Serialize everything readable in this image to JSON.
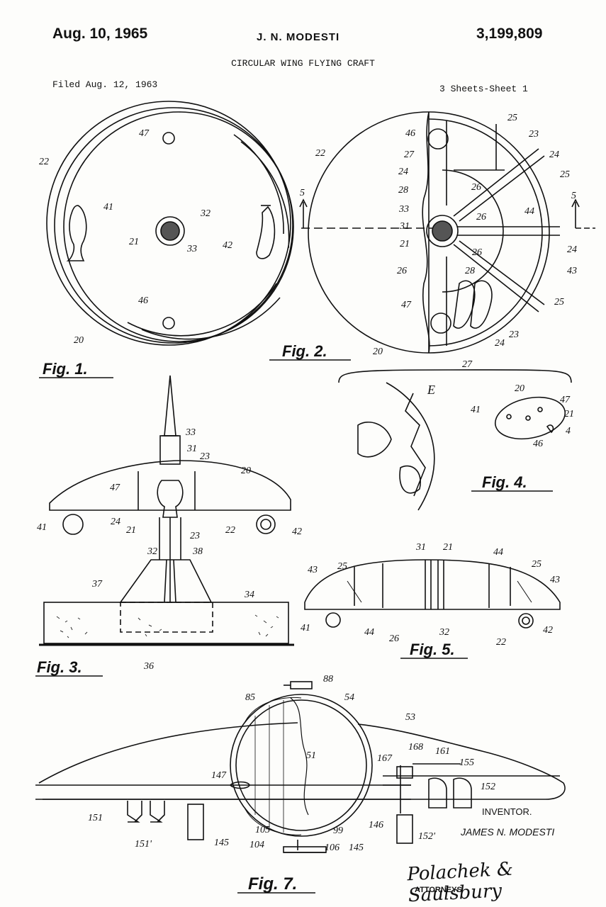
{
  "header": {
    "date": "Aug. 10, 1965",
    "inventor": "J. N. MODESTI",
    "patent_number": "3,199,809",
    "title": "CIRCULAR WING FLYING CRAFT",
    "filed": "Filed Aug. 12, 1963",
    "sheets": "3 Sheets-Sheet 1"
  },
  "figures": {
    "fig1": "Fig. 1.",
    "fig2": "Fig. 2.",
    "fig3": "Fig. 3.",
    "fig4": "Fig. 4.",
    "fig5": "Fig. 5.",
    "fig7": "Fig. 7."
  },
  "refs": {
    "fig1": [
      "47",
      "22",
      "41",
      "32",
      "21",
      "33",
      "42",
      "46",
      "20"
    ],
    "fig2": [
      "46",
      "25",
      "23",
      "22",
      "27",
      "24",
      "24",
      "25",
      "28",
      "26",
      "5",
      "5",
      "33",
      "26",
      "44",
      "31",
      "21",
      "26",
      "24",
      "26",
      "28",
      "43",
      "25",
      "47",
      "23",
      "24",
      "27",
      "20"
    ],
    "fig3": [
      "33",
      "31",
      "23",
      "20",
      "47",
      "24",
      "21",
      "22",
      "41",
      "42",
      "23",
      "32",
      "38",
      "37",
      "34",
      "36"
    ],
    "fig4": [
      "E",
      "20",
      "47",
      "41",
      "21",
      "4",
      "46"
    ],
    "fig5": [
      "31",
      "21",
      "44",
      "43",
      "25",
      "25",
      "43",
      "41",
      "44",
      "26",
      "32",
      "22",
      "42"
    ],
    "fig7": [
      "88",
      "85",
      "54",
      "53",
      "51",
      "168",
      "161",
      "167",
      "155",
      "147",
      "152",
      "151",
      "146",
      "99",
      "151'",
      "105",
      "104",
      "106",
      "145",
      "145",
      "152'"
    ]
  },
  "footer": {
    "inventor_label": "INVENTOR.",
    "inventor_name": "JAMES N. MODESTI",
    "signature": "Polachek & Saulsbury",
    "attorneys": "ATTORNEYS"
  }
}
